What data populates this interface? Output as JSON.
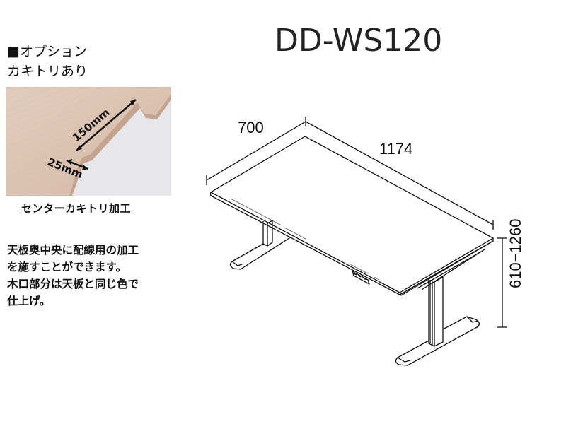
{
  "option": {
    "heading": "■オプション",
    "subheading": "カキトリあり",
    "photo": {
      "label_long": "150mm",
      "label_short": "25mm",
      "colors": {
        "wood": "#dcc5b3",
        "wood_dark": "#c8ab96",
        "background": "#e6e5e8"
      }
    },
    "caption": "センターカキトリ加工",
    "description": [
      "天板奥中央に配線用の加工",
      "を施すことができます。",
      "木口部分は天板と同じ色で",
      "仕上げ。"
    ]
  },
  "product": {
    "model": "DD-WS120",
    "dimensions": {
      "depth": "700",
      "width": "1174",
      "height": "610−1260"
    }
  }
}
